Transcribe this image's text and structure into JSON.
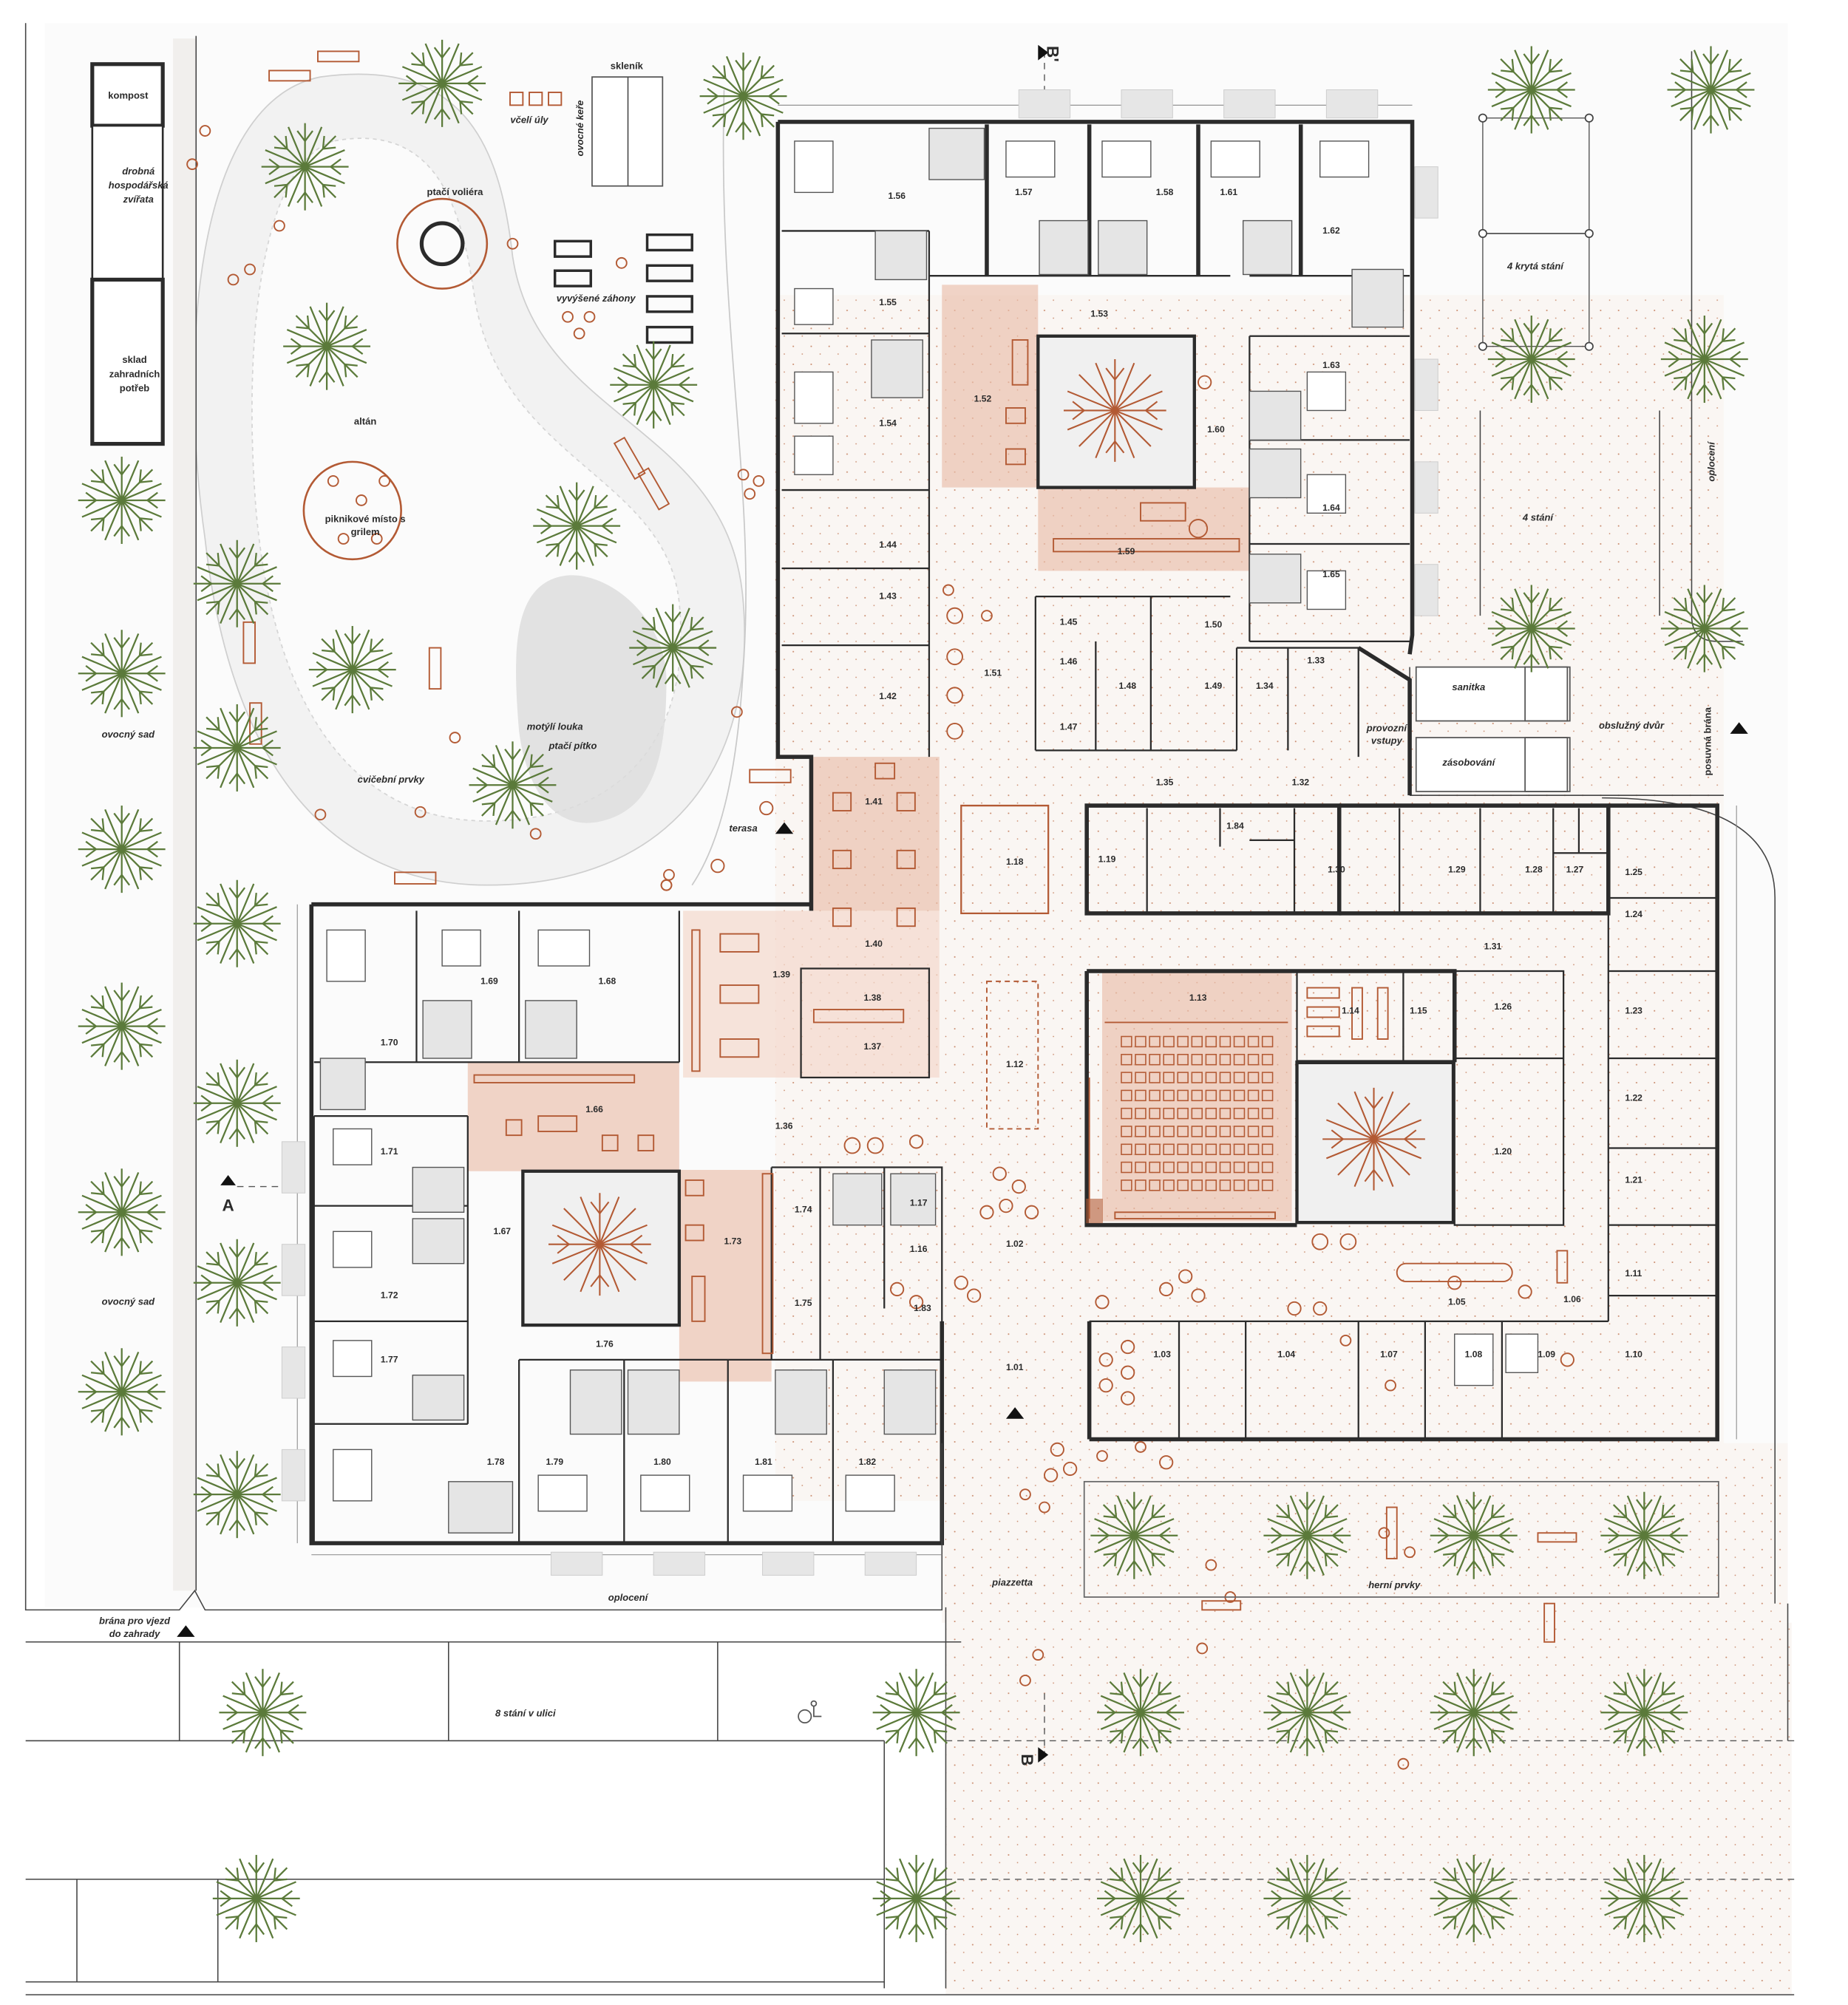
{
  "colors": {
    "tree_green": "#5b7a3a",
    "accent_terracotta": "#b35a34",
    "pink_zone": "#e9bda9",
    "wall": "#2b2b2b"
  },
  "labels": {
    "kompost": "kompost",
    "drobna": "drobná",
    "hospodarska": "hospodářská",
    "zvirata": "zvířata",
    "sklad": "sklad",
    "zahradnich": "zahradních",
    "potreb": "potřeb",
    "sklenik": "skleník",
    "ovocne_kere": "ovocné keře",
    "vceli_uly": "včelí úly",
    "ptaci_voliera": "ptačí voliéra",
    "vyvysene_zahony": "vyvýšené záhony",
    "altan": "altán",
    "piknikove": "piknikové místo s",
    "grilem": "grilem",
    "motyli_louka": "motýlí louka",
    "ptaci_pitko": "ptačí pítko",
    "cvicebni_prvky": "cvičební prvky",
    "ovocny_sad_1": "ovocný sad",
    "ovocny_sad_2": "ovocný sad",
    "terasa": "terasa",
    "krytych_stani": "4 krytá stání",
    "stani": "4 stání",
    "oploceni_right": "oplocení",
    "sanitka": "sanitka",
    "zasobovani": "zásobování",
    "obsluzny_dvur": "obslužný dvůr",
    "posuvna_brana": "posuvná brána",
    "provozni": "provozní",
    "vstupy": "vstupy",
    "oploceni_bottom": "oplocení",
    "brana_pro_vjezd": "brána pro vjezd",
    "do_zahrady": "do zahrady",
    "stani_v_ulici": "8 stání v ulici",
    "piazzetta": "piazzetta",
    "herni_prvky": "herní prvky"
  },
  "sections": {
    "B_top": "B'",
    "B_bottom": "B",
    "A_left": "A"
  },
  "rooms": {
    "r156": "1.56",
    "r157": "1.57",
    "r158": "1.58",
    "r161": "1.61",
    "r162": "1.62",
    "r155": "1.55",
    "r153": "1.53",
    "r152": "1.52",
    "r154": "1.54",
    "r163": "1.63",
    "r160": "1.60",
    "r164": "1.64",
    "r159": "1.59",
    "r165": "1.65",
    "r144": "1.44",
    "r143": "1.43",
    "r142": "1.42",
    "r145": "1.45",
    "r146": "1.46",
    "r147": "1.47",
    "r148": "1.48",
    "r149": "1.49",
    "r150": "1.50",
    "r134": "1.34",
    "r133": "1.33",
    "r151": "1.51",
    "r135": "1.35",
    "r132": "1.32",
    "r141": "1.41",
    "r118": "1.18",
    "r119": "1.19",
    "r184": "1.84",
    "r130": "1.30",
    "r129": "1.29",
    "r128": "1.28",
    "r127": "1.27",
    "r125": "1.25",
    "r124": "1.24",
    "r140": "1.40",
    "r139": "1.39",
    "r138": "1.38",
    "r137": "1.37",
    "r131": "1.31",
    "r169": "1.69",
    "r168": "1.68",
    "r170": "1.70",
    "r166": "1.66",
    "r113": "1.13",
    "r114": "1.14",
    "r115": "1.15",
    "r126": "1.26",
    "r123": "1.23",
    "r112": "1.12",
    "r136": "1.36",
    "r122": "1.22",
    "r120": "1.20",
    "r171": "1.71",
    "r167": "1.67",
    "r172": "1.72",
    "r174": "1.74",
    "r117": "1.17",
    "r116": "1.16",
    "r173": "1.73",
    "r102": "1.02",
    "r121": "1.21",
    "r175": "1.75",
    "r183": "1.83",
    "r105": "1.05",
    "r106": "1.06",
    "r111": "1.11",
    "r177": "1.77",
    "r176": "1.76",
    "r101": "1.01",
    "r103": "1.03",
    "r104": "1.04",
    "r107": "1.07",
    "r108": "1.08",
    "r109": "1.09",
    "r110": "1.10",
    "r178": "1.78",
    "r179": "1.79",
    "r180": "1.80",
    "r181": "1.81",
    "r182": "1.82"
  }
}
